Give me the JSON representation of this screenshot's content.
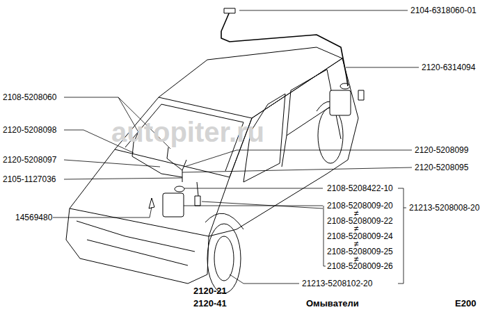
{
  "diagram": {
    "caption": "Омыватели",
    "labels": [
      "2104-6318060-01",
      "2120-6314094",
      "2108-5208060",
      "2120-5208098",
      "2120-5208097",
      "2105-1127036",
      "14569480",
      "2120-5208099",
      "2120-5208095",
      "2108-5208422-10",
      "2108-5208009-20",
      "≠",
      "2108-5208009-22",
      "≠",
      "2108-5208009-24",
      "≠",
      "2108-5208009-25",
      "≠",
      "2108-5208009-26",
      "21213-5208008-20",
      "21213-5208102-20",
      "2120-21",
      "2120-41",
      "E200",
      "autopiter.ru"
    ]
  }
}
